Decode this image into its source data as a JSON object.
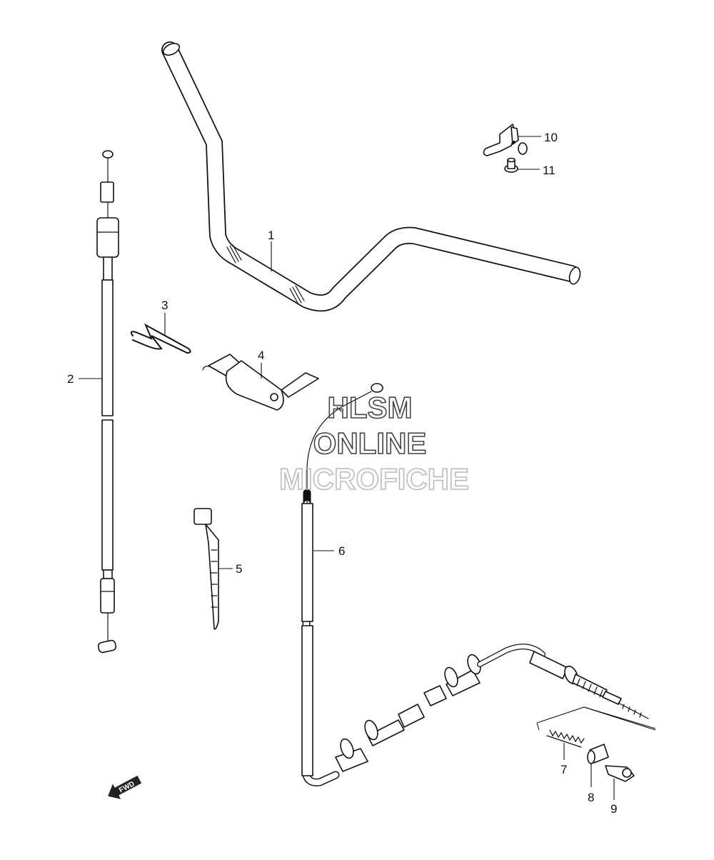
{
  "watermark": {
    "line1": "HLSM",
    "line2": "ONLINE",
    "line3": "MICROFICHE",
    "color_dark": "#444444",
    "color_light": "#bbbbbb"
  },
  "callouts": {
    "handlebar": "1",
    "clutch_cable": "2",
    "wire_clip": "3",
    "cable_clamp": "4",
    "cable_tie": "5",
    "throttle_cable": "6",
    "spring": "7",
    "collar": "8",
    "holder": "9",
    "clamp_bracket": "10",
    "bolt": "11"
  },
  "fwd_label": "FWD"
}
